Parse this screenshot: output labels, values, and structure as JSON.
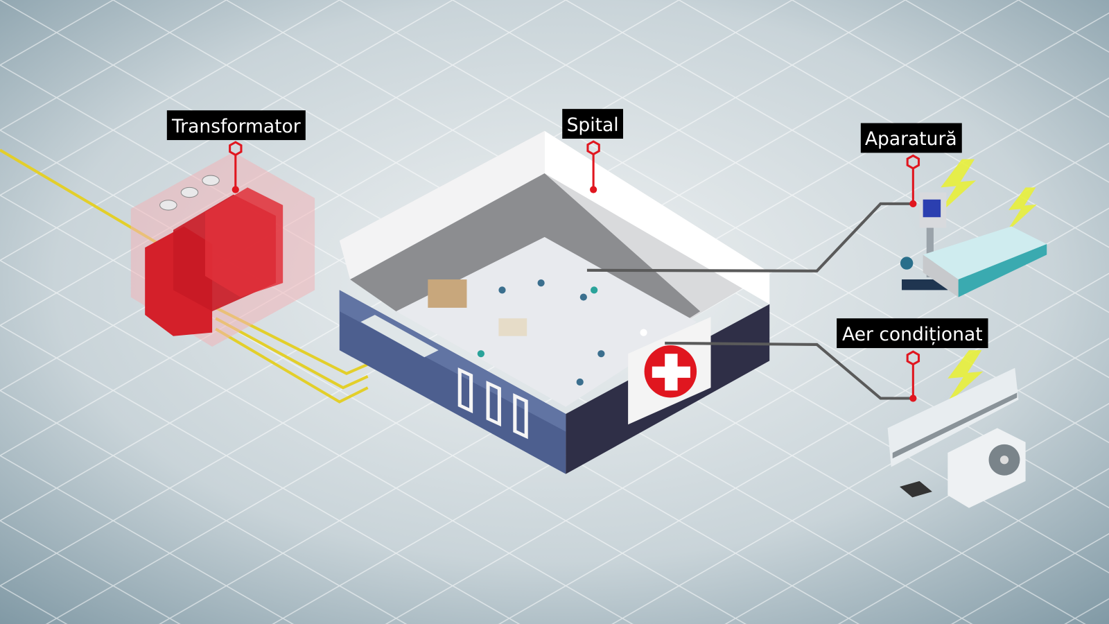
{
  "labels": {
    "transformer": "Transformator",
    "hospital": "Spital",
    "equipment": "Aparatură",
    "air_conditioning": "Aer condiționat"
  },
  "icons": {
    "transformer": "transformer-icon",
    "hospital": "hospital-building-icon",
    "cross": "medical-cross-icon",
    "equipment": "ventilator-bed-icon",
    "air_conditioning": "air-conditioner-icon",
    "power": "lightning-icon"
  },
  "colors": {
    "pin": "#e0161f",
    "cable": "#e3cf2a",
    "connector": "#5a5a5a",
    "label_bg": "#000000",
    "transformer": "#d4202a",
    "hospital_wall": "#4d5f8f",
    "lightning": "#e8f03a"
  }
}
